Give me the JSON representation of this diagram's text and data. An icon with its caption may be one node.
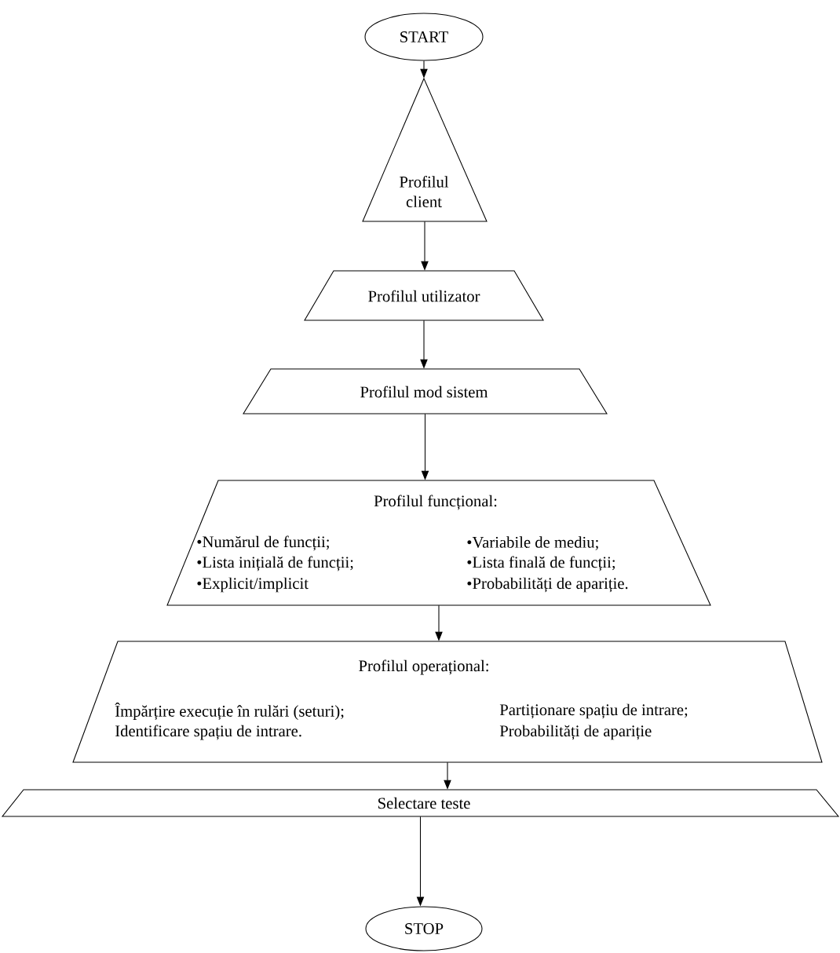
{
  "diagram": {
    "nodes": [
      {
        "text": [
          "START"
        ]
      },
      {
        "text": [
          "Profilul client"
        ]
      },
      {
        "text": [
          "Profilul utilizator"
        ]
      },
      {
        "text": [
          "Profilul mod sistem"
        ]
      },
      {
        "text": [
          "Profilul funcțional:",
          "•Numărul de funcții;",
          "•Lista inițială de funcții;",
          "•Explicit/implicit",
          "•Variabile de mediu;",
          "•Lista finală de funcții;",
          "•Probabilități de apariție."
        ]
      },
      {
        "text": [
          "Profilul operațional:",
          "Împărțire execuție în rulări (seturi);",
          "Identificare spațiu de intrare.",
          "Partiționare spațiu de intrare;",
          "Probabilități de apariție"
        ]
      },
      {
        "text": [
          "Selectare teste"
        ]
      },
      {
        "text": [
          "STOP"
        ]
      }
    ],
    "edges": [
      {
        "from": 0,
        "to": 1,
        "arrow": "to"
      },
      {
        "from": 1,
        "to": 2,
        "arrow": "to"
      },
      {
        "from": 2,
        "to": 3,
        "arrow": "to"
      },
      {
        "from": 3,
        "to": 4,
        "arrow": "to"
      },
      {
        "from": 4,
        "to": 5,
        "arrow": "to"
      },
      {
        "from": 5,
        "to": 6,
        "arrow": "to"
      },
      {
        "from": 6,
        "to": 7,
        "arrow": "to"
      }
    ]
  }
}
